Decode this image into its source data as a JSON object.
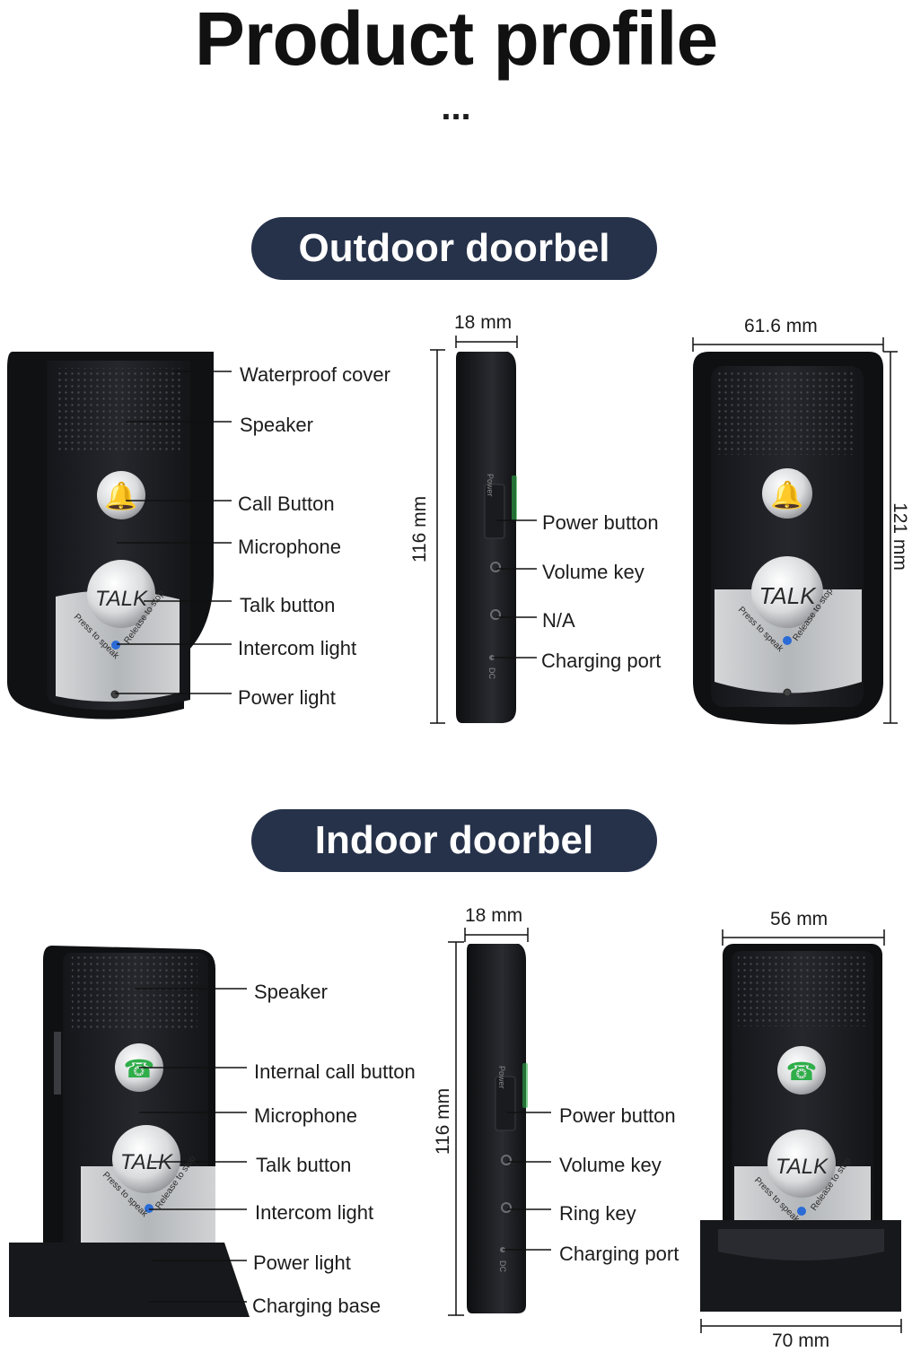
{
  "title": "Product profile",
  "ellipsis": "...",
  "outdoor": {
    "heading": "Outdoor doorbel",
    "front_labels": [
      "Waterproof cover",
      "Speaker",
      "Call Button",
      "Microphone",
      "Talk button",
      "Intercom light",
      "Power light"
    ],
    "side_labels": [
      "Power button",
      "Volume key",
      "N/A",
      "Charging port"
    ],
    "dims": {
      "thickness": "18 mm",
      "height": "116 mm",
      "width": "61.6 mm",
      "full_height": "121 mm"
    }
  },
  "indoor": {
    "heading": "Indoor doorbel",
    "front_labels": [
      "Speaker",
      "Internal call button",
      "Microphone",
      "Talk button",
      "Intercom light",
      "Power light",
      "Charging base"
    ],
    "side_labels": [
      "Power button",
      "Volume key",
      "Ring key",
      "Charging port"
    ],
    "dims": {
      "thickness": "18 mm",
      "height": "116 mm",
      "width": "56 mm",
      "base_width": "70 mm"
    }
  },
  "device": {
    "talk_text": "TALK",
    "press_text": "Press to speak",
    "release_text": "Release to stop",
    "side_power_text": "Power",
    "side_dc_text": "DC"
  },
  "colors": {
    "pill": "#26324a",
    "body": "#1e1f22",
    "panel": "#b9bcbf",
    "green": "#2fae4a"
  }
}
